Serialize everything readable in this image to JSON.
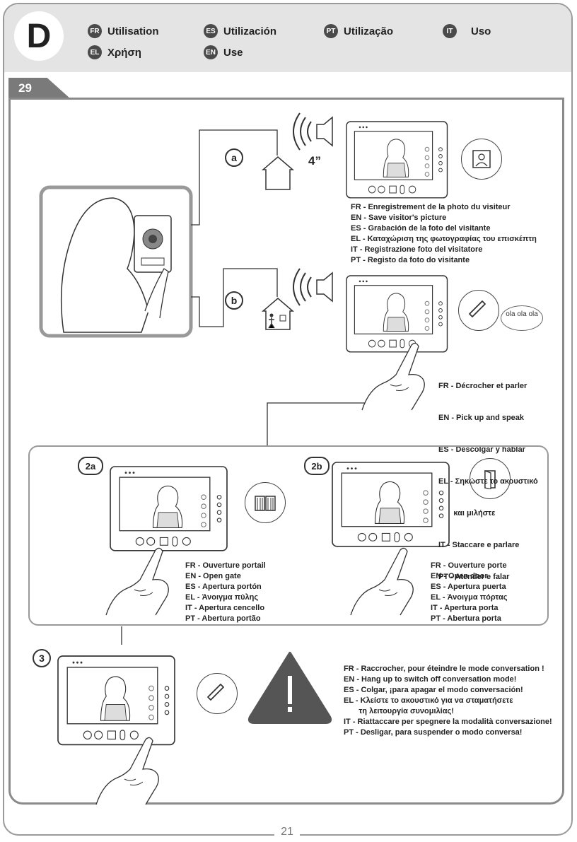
{
  "header": {
    "section_letter": "D",
    "languages": [
      {
        "code": "FR",
        "label": "Utilisation"
      },
      {
        "code": "ES",
        "label": "Utilización"
      },
      {
        "code": "PT",
        "label": "Utilização"
      },
      {
        "code": "IT",
        "label": "Uso"
      },
      {
        "code": "EL",
        "label": "Χρήση"
      },
      {
        "code": "EN",
        "label": "Use"
      }
    ]
  },
  "step_number": "29",
  "labels": {
    "a": "a",
    "b": "b",
    "two_a": "2a",
    "two_b": "2b",
    "three": "3",
    "four_inch": "4”",
    "speech": "ola ola ola"
  },
  "text_a": [
    "FR - Enregistrement de la photo du visiteur",
    "EN - Save visitor's picture",
    "ES - Grabación de la foto del visitante",
    "EL - Καταχώριση της φωτογραφίας του επισκέπτη",
    "IT - Registrazione foto del visitatore",
    "PT - Registo da foto do visitante"
  ],
  "text_b": [
    "FR - Décrocher et parler",
    "EN - Pick up and speak",
    "ES - Descolgar y hablar",
    "EL - Σηκώστε το ακουστικό",
    "       και μιλήστε",
    "IT - Staccare e parlare",
    "PT - Atender e falar"
  ],
  "text_2a": [
    "FR - Ouverture portail",
    "EN - Open gate",
    "ES - Apertura portón",
    "EL - Άνοιγμα πύλης",
    "IT - Apertura cencello",
    "PT - Abertura portão"
  ],
  "text_2b": [
    "FR - Ouverture porte",
    "EN - Open door",
    "ES - Apertura puerta",
    "EL - Άνοιγμα πόρτας",
    "IT - Apertura porta",
    "PT - Abertura porta"
  ],
  "text_3": [
    "FR - Raccrocher, pour éteindre le mode conversation !",
    "EN - Hang up to switch off conversation mode!",
    "ES - Colgar, ¡para apagar el modo conversación!",
    "EL - Κλείστε το ακουστικό για να σταματήσετε",
    "       τη λειτουργία συνομιλίας!",
    "IT - Riattaccare per spegnere la modalità conversazione!",
    "PT - Desligar, para suspender o modo conversa!"
  ],
  "footer": {
    "page_number": "21"
  },
  "colors": {
    "header_bg": "#e4e4e4",
    "tab": "#7a7a7a",
    "frame": "#9a9a9a",
    "warning": "#555555"
  }
}
